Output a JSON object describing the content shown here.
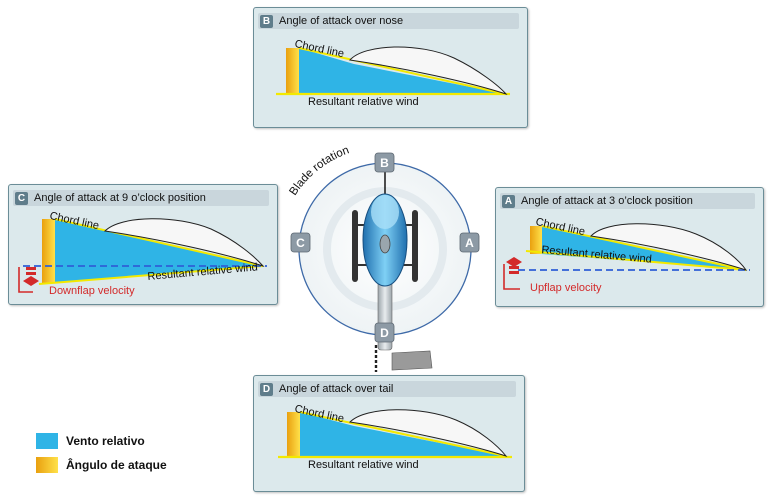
{
  "panels": {
    "b": {
      "letter": "B",
      "title": "Angle of attack over nose",
      "chord": "Chord line",
      "wind": "Resultant relative wind"
    },
    "a": {
      "letter": "A",
      "title": "Angle of attack at 3 o’clock position",
      "chord": "Chord line",
      "wind": "Resultant relative wind",
      "velocity": "Upflap velocity"
    },
    "c": {
      "letter": "C",
      "title": "Angle of attack at 9 o’clock position",
      "chord": "Chord line",
      "wind": "Resultant relative wind",
      "velocity": "Downflap velocity"
    },
    "d": {
      "letter": "D",
      "title": "Angle of attack over tail",
      "chord": "Chord line",
      "wind": "Resultant relative wind"
    }
  },
  "rotor": {
    "label": "Blade rotation",
    "positions": {
      "b": "B",
      "a": "A",
      "c": "C",
      "d": "D"
    }
  },
  "legend": [
    {
      "label": "Vento relativo",
      "color": "#2fb4e6"
    },
    {
      "label": "Ângulo de ataque",
      "color": "#f2b21c"
    }
  ],
  "colors": {
    "wind": "#2fb4e6",
    "angle": "#f2b21c",
    "chord": "#f3e900",
    "velocity": "#d32a2a",
    "dashed": "#2f5fd6"
  }
}
